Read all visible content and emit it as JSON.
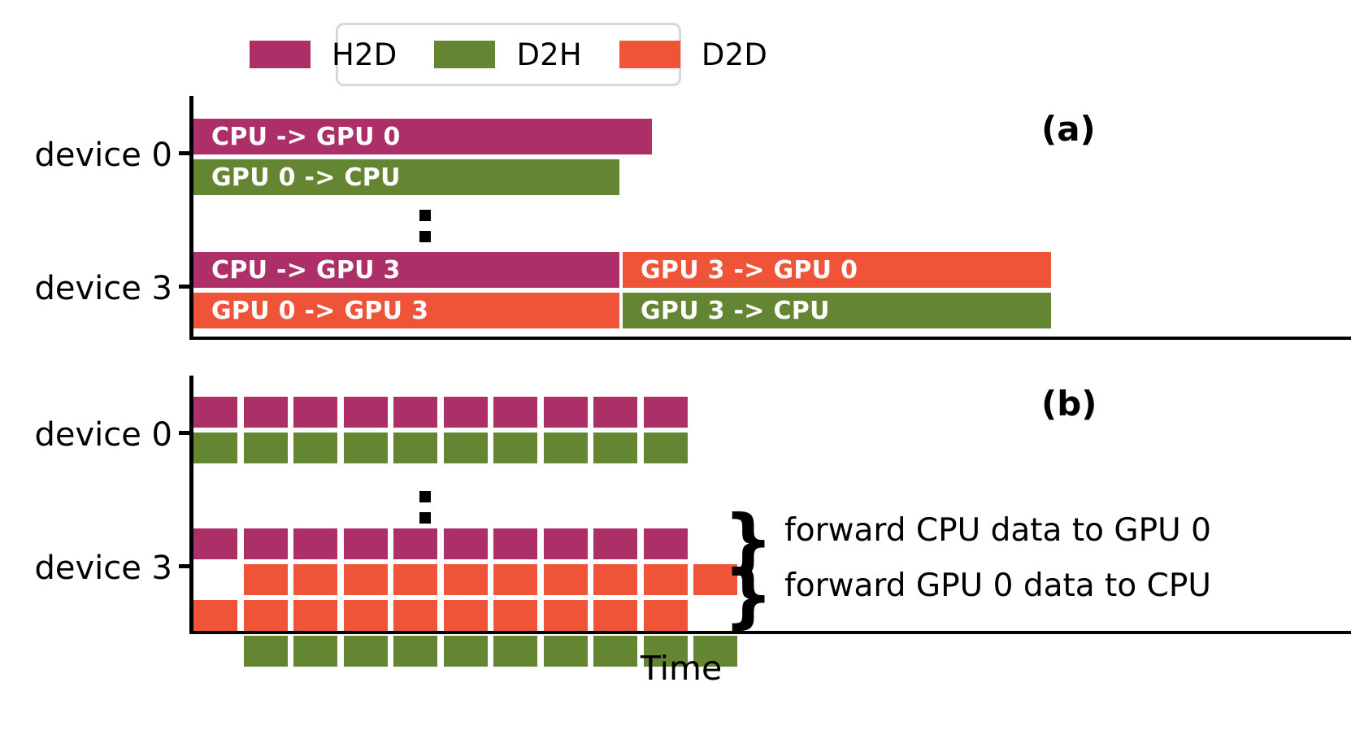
{
  "figure": {
    "xlabel": "Time",
    "legend": {
      "position": "top-center",
      "entries": [
        {
          "label": "H2D",
          "color": "#ad2f68"
        },
        {
          "label": "D2H",
          "color": "#648532"
        },
        {
          "label": "D2D",
          "color": "#ef5438"
        }
      ]
    },
    "ellipsis_icon": "vertical-ellipsis"
  },
  "chart_data": {
    "type": "bar",
    "title": "",
    "xlabel": "Time",
    "ylabel": "",
    "grid": false,
    "panels": [
      {
        "tag": "(a)",
        "categories": [
          "device 0",
          "device 3"
        ],
        "rows": [
          {
            "device": "device 0",
            "bars": [
              {
                "label": "CPU -> GPU 0",
                "kind": "H2D",
                "color": "#ad2f68",
                "start": 0,
                "length": 10
              }
            ]
          },
          {
            "device": "device 0",
            "bars": [
              {
                "label": "GPU 0 -> CPU",
                "kind": "D2H",
                "color": "#648532",
                "start": 0,
                "length": 10
              }
            ]
          },
          {
            "device": "device 3",
            "bars": [
              {
                "label": "CPU -> GPU 3",
                "kind": "H2D",
                "color": "#ad2f68",
                "start": 0,
                "length": 10
              },
              {
                "label": "GPU 3 -> GPU 0",
                "kind": "D2D",
                "color": "#ef5438",
                "start": 10,
                "length": 10
              }
            ]
          },
          {
            "device": "device 3",
            "bars": [
              {
                "label": "GPU 0 -> GPU 3",
                "kind": "D2D",
                "color": "#ef5438",
                "start": 0,
                "length": 10
              },
              {
                "label": "GPU 3 -> CPU",
                "kind": "D2H",
                "color": "#648532",
                "start": 10,
                "length": 10
              }
            ]
          }
        ]
      },
      {
        "tag": "(b)",
        "categories": [
          "device 0",
          "device 3"
        ],
        "segment_count": 10,
        "rows": [
          {
            "device": "device 0",
            "kind": "H2D",
            "color": "#ad2f68",
            "offset": 0,
            "segments": 10,
            "annotation": ""
          },
          {
            "device": "device 0",
            "kind": "D2H",
            "color": "#648532",
            "offset": 0,
            "segments": 10,
            "annotation": ""
          },
          {
            "device": "device 3",
            "kind": "H2D",
            "color": "#ad2f68",
            "offset": 0,
            "segments": 10,
            "annotation": ""
          },
          {
            "device": "device 3",
            "kind": "D2D",
            "color": "#ef5438",
            "offset": 1,
            "segments": 10,
            "annotation": "forward CPU data to GPU 0"
          },
          {
            "device": "device 3",
            "kind": "D2D",
            "color": "#ef5438",
            "offset": 0,
            "segments": 10,
            "annotation": ""
          },
          {
            "device": "device 3",
            "kind": "D2H",
            "color": "#648532",
            "offset": 1,
            "segments": 10,
            "annotation": "forward GPU 0 data to CPU"
          }
        ],
        "annotations": [
          {
            "brace": "}",
            "text": "forward CPU data to GPU 0"
          },
          {
            "brace": "}",
            "text": "forward GPU 0 data to CPU"
          }
        ]
      }
    ]
  },
  "panel_a": {
    "tag": "(a)",
    "device_labels": [
      "device 0",
      "device 3"
    ],
    "bars": {
      "b0": "CPU -> GPU 0",
      "b1": "GPU 0 -> CPU",
      "b2": "CPU -> GPU 3",
      "b3": "GPU 3 -> GPU 0",
      "b4": "GPU 0 -> GPU 3",
      "b5": "GPU 3 -> CPU"
    }
  },
  "panel_b": {
    "tag": "(b)",
    "device_labels": [
      "device 0",
      "device 3"
    ],
    "annot1": "forward CPU data to GPU 0",
    "annot2": "forward GPU 0 data to CPU",
    "brace": "}"
  }
}
